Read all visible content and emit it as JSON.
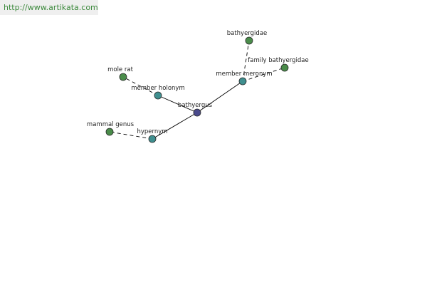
{
  "site": {
    "url_text": "http://www.artikata.com"
  },
  "colors": {
    "center": "#4a4a8c",
    "relation": "#3f8f8f",
    "term": "#4a8c4a",
    "edge": "#000000",
    "node_stroke": "#2a2a2a"
  },
  "graph": {
    "center": {
      "id": "bathyergus",
      "label": "bathyergus"
    },
    "relations": [
      {
        "id": "member-holonym",
        "label": "member holonym"
      },
      {
        "id": "hypernym",
        "label": "hypernym"
      },
      {
        "id": "member-meronym",
        "label": "member meronym"
      }
    ],
    "terms": [
      {
        "id": "mole-rat",
        "label": "mole rat",
        "relation": "member-holonym"
      },
      {
        "id": "mammal-genus",
        "label": "mammal genus",
        "relation": "hypernym"
      },
      {
        "id": "bathyergidae",
        "label": "bathyergidae",
        "relation": "member-meronym"
      },
      {
        "id": "family-bathyergidae",
        "label": "family bathyergidae",
        "relation": "member-meronym"
      }
    ]
  }
}
